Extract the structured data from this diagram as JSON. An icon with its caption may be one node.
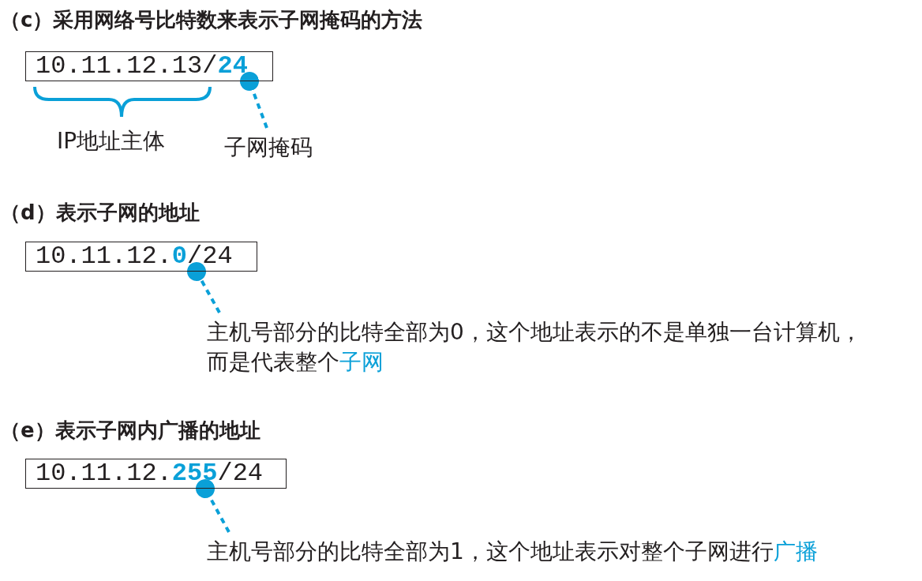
{
  "diagram": {
    "nodes": [
      {
        "text": [
          "10.11.12.13/**24**"
        ]
      },
      {
        "text": [
          "子网掩码"
        ]
      },
      {
        "text": [
          "10.11.12.**0**/24"
        ]
      },
      {
        "text": [
          "主机号部分的比特全部为0，这个地址表示的不是单独一台计算机，而是代表整个",
          "子网"
        ]
      },
      {
        "text": [
          "10.11.12.**255**/24"
        ]
      },
      {
        "text": [
          "主机号部分的比特全部为1，这个地址表示对整个子网进行",
          "广播"
        ]
      }
    ],
    "edges": [
      {
        "from": 1,
        "to": 0,
        "arrow": "other",
        "style": "dashed"
      },
      {
        "from": 3,
        "to": 2,
        "arrow": "other",
        "style": "dashed"
      },
      {
        "from": 5,
        "to": 4,
        "arrow": "other",
        "style": "dashed"
      }
    ],
    "labels": [
      "（c）采用网络号比特数来表示子网掩码的方法",
      "IP地址主体",
      "（d）表示子网的地址",
      "（e）表示子网内广播的地址"
    ]
  }
}
